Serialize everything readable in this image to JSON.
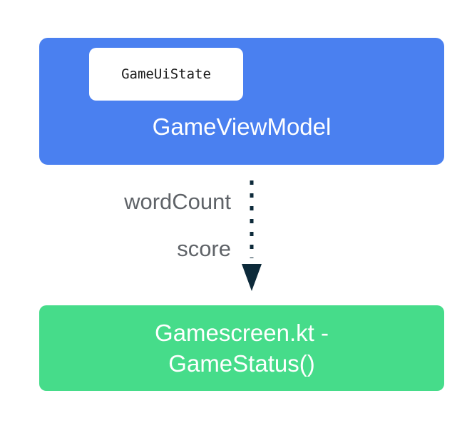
{
  "view_model": {
    "state_label": "GameUiState",
    "title": "GameViewModel",
    "color": "#4a80f0"
  },
  "flow": {
    "labels": [
      "wordCount",
      "score"
    ],
    "arrow_color": "#0d2a3a"
  },
  "screen": {
    "line1": "Gamescreen.kt -",
    "line2": "GameStatus()",
    "color": "#46dc8a"
  }
}
